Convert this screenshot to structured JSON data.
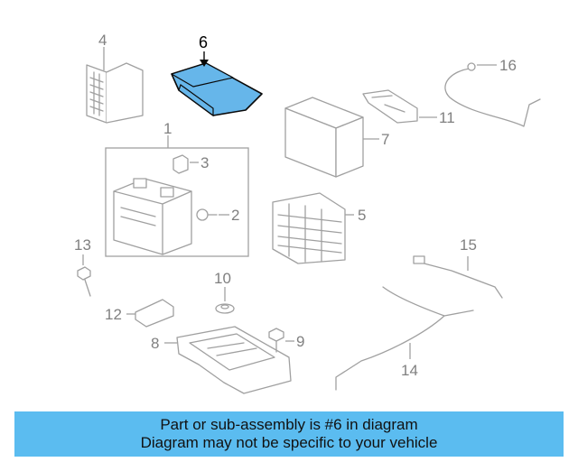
{
  "colors": {
    "highlight_fill": "#66b6ea",
    "highlight_stroke": "#0a0a0a",
    "banner": "#5bbcf0",
    "part_stroke": "#a0a0a0"
  },
  "callouts": {
    "c1": "1",
    "c2": "2",
    "c3": "3",
    "c4": "4",
    "c5": "5",
    "c6": "6",
    "c7": "7",
    "c8": "8",
    "c9": "9",
    "c10": "10",
    "c11": "11",
    "c12": "12",
    "c13": "13",
    "c14": "14",
    "c15": "15",
    "c16": "16"
  },
  "caption": {
    "line1": "Part or sub-assembly is #6 in diagram",
    "line2": "Diagram may not be specific to your vehicle"
  }
}
